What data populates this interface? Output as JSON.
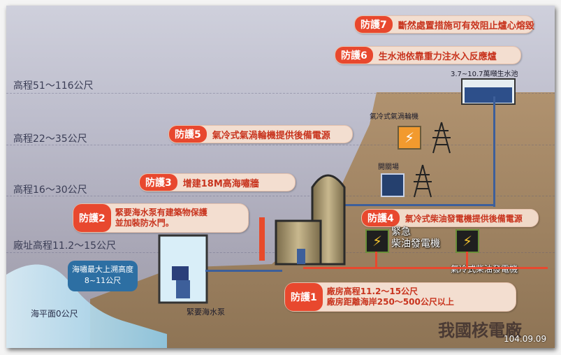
{
  "elevations": [
    "高程51～116公尺",
    "高程22～35公尺",
    "高程16～30公尺",
    "廠址高程11.2～15公尺"
  ],
  "sea_level": "海平面0公尺",
  "protections": [
    {
      "tag": "防護7",
      "text": "斷然處置措施可有效阻止爐心熔毀"
    },
    {
      "tag": "防護6",
      "text": "生水池依靠重力注水入反應爐"
    },
    {
      "tag": "防護5",
      "text": "氣冷式氣渦輪機提供後備電源"
    },
    {
      "tag": "防護3",
      "text": "增建18M高海嘯牆"
    },
    {
      "tag": "防護2",
      "text_lines": [
        "緊要海水泵有建築物保護",
        "並加裝防水門。"
      ]
    },
    {
      "tag": "防護4",
      "text": "氣冷式柴油發電機提供後備電源"
    },
    {
      "tag": "防護1",
      "text_lines": [
        "廠房高程11.2～15公尺",
        "廠房距離海岸250～500公尺以上"
      ]
    }
  ],
  "labels": {
    "raw_water_pool": "3.7~10.7萬噸生水池",
    "gas_turbine": "氣冷式氣渦輪機",
    "switchyard": "開關場",
    "emergency_gen": [
      "緊急",
      "柴油發電機"
    ],
    "air_cooled_gen": "氣冷式柴油發電機",
    "seawater_pump": "緊要海水泵",
    "tsunami_callout": [
      "海嘯最大上溯高度",
      "8~11公尺"
    ]
  },
  "title": "我國核電廠",
  "date": "104.09.09",
  "colors": {
    "tag": "#e8482e",
    "tag_text_bg": "#f3ded0",
    "mountain": "#a88b6a",
    "water": "#9bd3ee",
    "callout": "#2d6fa3"
  }
}
